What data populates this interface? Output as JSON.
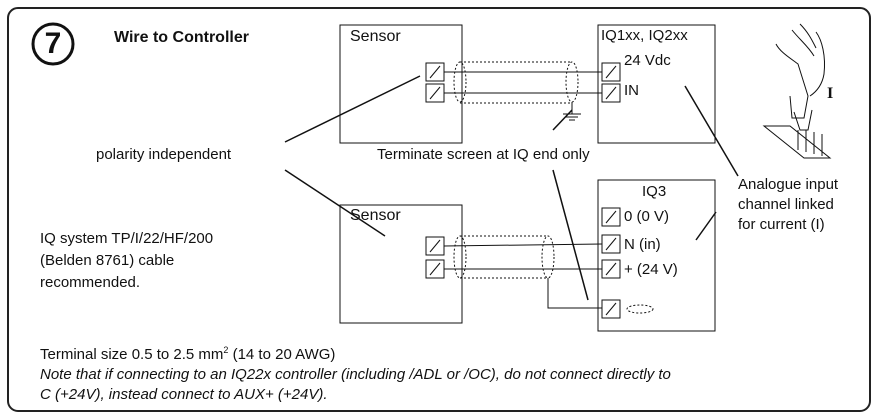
{
  "header": {
    "step_number": "7",
    "title": "Wire to Controller"
  },
  "sensor_top": {
    "label": "Sensor"
  },
  "controller_top": {
    "title": "IQ1xx, IQ2xx",
    "terminals": [
      "24 Vdc",
      "IN"
    ]
  },
  "sensor_bottom": {
    "label": "Sensor"
  },
  "controller_bottom": {
    "title": "IQ3",
    "terminals": [
      "0 (0 V)",
      "N (in)",
      "+ (24 V)"
    ]
  },
  "annotations": {
    "polarity": "polarity independent",
    "terminate_screen": "Terminate screen at IQ end only",
    "analogue_line1": "Analogue input",
    "analogue_line2": "channel linked",
    "analogue_line3": "for current (I)",
    "current_symbol": "I"
  },
  "cable": {
    "line1": "IQ system TP/I/22/HF/200",
    "line2": "(Belden 8761) cable",
    "line3": "recommended."
  },
  "footer": {
    "terminal_size_prefix": "Terminal size 0.5 to 2.5 mm",
    "terminal_size_sup": "2",
    "terminal_size_suffix": " (14 to 20 AWG)",
    "note_line1": "Note that if connecting to an IQ22x controller (including /ADL or /OC), do not connect directly to",
    "note_line2": "C (+24V), instead connect to AUX+ (+24V)."
  },
  "colors": {
    "stroke": "#111111",
    "frame": "#222222"
  },
  "icons": [
    "terminal-screw-icon",
    "ground-icon",
    "hand-pointer-icon",
    "link-jumper-icon"
  ]
}
